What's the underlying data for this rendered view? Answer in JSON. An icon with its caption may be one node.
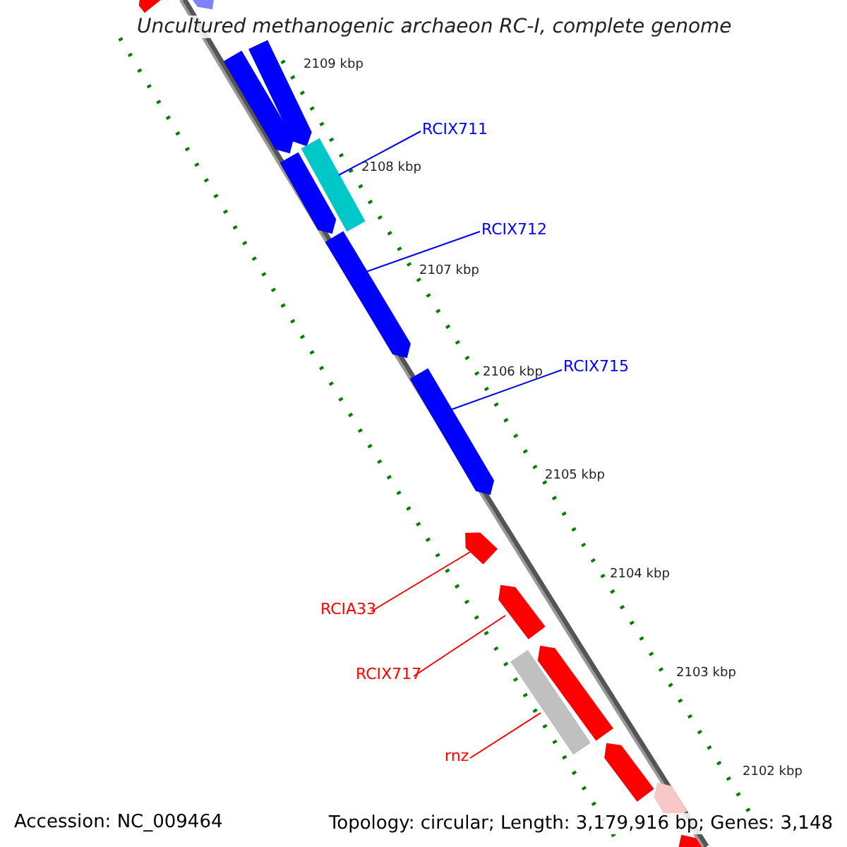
{
  "diagram": {
    "title": "Uncultured methanogenic archaeon RC-I, complete genome",
    "nodes": [
      {
        "text": [],
        "shape": "bar"
      },
      {
        "text": [],
        "shape": "bar"
      },
      {
        "text": [],
        "shape": "bar"
      },
      {
        "text": [],
        "shape": "bar"
      },
      {
        "text": [
          "RCIX711"
        ]
      },
      {
        "text": [],
        "shape": "bar"
      },
      {
        "text": [],
        "shape": "bar"
      },
      {
        "text": [
          "RCIX712"
        ]
      },
      {
        "text": [],
        "shape": "bar"
      },
      {
        "text": [
          "RCIX715"
        ]
      },
      {
        "text": [],
        "shape": "bar"
      },
      {
        "text": [],
        "shape": "bar"
      },
      {
        "text": [
          "RCIA33"
        ]
      },
      {
        "text": [],
        "shape": "bar"
      },
      {
        "text": [
          "RCIX717"
        ]
      },
      {
        "text": [],
        "shape": "bar"
      },
      {
        "text": [],
        "shape": "bar"
      },
      {
        "text": [
          "rnz"
        ]
      },
      {
        "text": [],
        "shape": "bar"
      },
      {
        "text": [],
        "shape": "bar"
      },
      {
        "text": [],
        "shape": "bar"
      }
    ],
    "edges": [
      {
        "from": 4,
        "to": 5,
        "arrow": "none",
        "color": "#0000ff"
      },
      {
        "from": 7,
        "to": 8,
        "arrow": "none",
        "color": "#0000ff"
      },
      {
        "from": 9,
        "to": 10,
        "arrow": "none",
        "color": "#0000ff"
      },
      {
        "from": 12,
        "to": 11,
        "arrow": "none",
        "color": "#ff0000"
      },
      {
        "from": 14,
        "to": 13,
        "arrow": "none",
        "color": "#ff0000"
      },
      {
        "from": 17,
        "to": 16,
        "arrow": "none",
        "color": "#ff0000"
      }
    ],
    "labels": [
      "2109 kbp",
      "2108 kbp",
      "2107 kbp",
      "2106 kbp",
      "2105 kbp",
      "2104 kbp",
      "2103 kbp",
      "2102 kbp",
      "Accession: NC_009464",
      "Topology: circular; Length: 3,179,916 bp; Genes: 3,148"
    ]
  }
}
